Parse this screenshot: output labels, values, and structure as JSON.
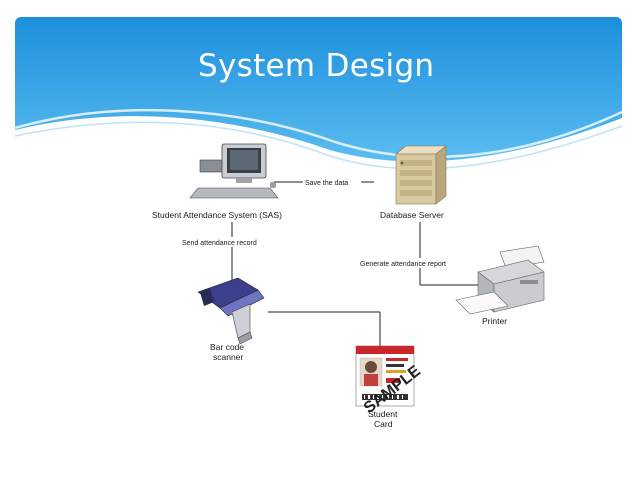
{
  "slide": {
    "title": "System Design",
    "colors": {
      "header_top": "#1e95df",
      "header_bottom": "#5cbcf0",
      "accent": "#ffffff"
    }
  },
  "diagram": {
    "nodes": {
      "sas": "Student Attendance System (SAS)",
      "db": "Database Server",
      "printer": "Printer",
      "scanner_line1": "Bar code",
      "scanner_line2": "scanner",
      "card_line1": "Student",
      "card_line2": "Card"
    },
    "edges": {
      "save": "Save the data",
      "send": "Send attendance record",
      "generate": "Generate attendance report"
    },
    "card": {
      "stamp": "SAMPLE"
    }
  }
}
